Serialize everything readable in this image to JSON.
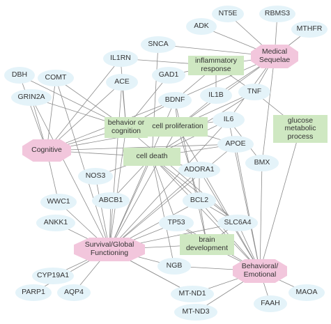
{
  "nodes": [
    {
      "id": "nt5e",
      "label": "NT5E",
      "kind": "gene"
    },
    {
      "id": "rbms3",
      "label": "RBMS3",
      "kind": "gene"
    },
    {
      "id": "adk",
      "label": "ADK",
      "kind": "gene"
    },
    {
      "id": "mthfr",
      "label": "MTHFR",
      "kind": "gene"
    },
    {
      "id": "medical",
      "label": "Medical Sequelae",
      "kind": "outcome"
    },
    {
      "id": "snca",
      "label": "SNCA",
      "kind": "gene"
    },
    {
      "id": "inflam",
      "label": "inflammatory response",
      "kind": "process"
    },
    {
      "id": "il1rn",
      "label": "IL1RN",
      "kind": "gene"
    },
    {
      "id": "gad1",
      "label": "GAD1",
      "kind": "gene"
    },
    {
      "id": "dbh",
      "label": "DBH",
      "kind": "gene"
    },
    {
      "id": "comt",
      "label": "COMT",
      "kind": "gene"
    },
    {
      "id": "ace",
      "label": "ACE",
      "kind": "gene"
    },
    {
      "id": "bdnf",
      "label": "BDNF",
      "kind": "gene"
    },
    {
      "id": "il1b",
      "label": "IL1B",
      "kind": "gene"
    },
    {
      "id": "tnf",
      "label": "TNF",
      "kind": "gene"
    },
    {
      "id": "grin2a",
      "label": "GRIN2A",
      "kind": "gene"
    },
    {
      "id": "behavior",
      "label": "behavior or cognition",
      "kind": "process"
    },
    {
      "id": "cellprolif",
      "label": "cell proliferation",
      "kind": "process"
    },
    {
      "id": "il6",
      "label": "IL6",
      "kind": "gene"
    },
    {
      "id": "glucose",
      "label": "glucose metabolic process",
      "kind": "process"
    },
    {
      "id": "cognitive",
      "label": "Cognitive",
      "kind": "outcome"
    },
    {
      "id": "apoe",
      "label": "APOE",
      "kind": "gene"
    },
    {
      "id": "celldeath",
      "label": "cell death",
      "kind": "process"
    },
    {
      "id": "nos3",
      "label": "NOS3",
      "kind": "gene"
    },
    {
      "id": "adora1",
      "label": "ADORA1",
      "kind": "gene"
    },
    {
      "id": "bmx",
      "label": "BMX",
      "kind": "gene"
    },
    {
      "id": "wwc1",
      "label": "WWC1",
      "kind": "gene"
    },
    {
      "id": "abcb1",
      "label": "ABCB1",
      "kind": "gene"
    },
    {
      "id": "bcl2",
      "label": "BCL2",
      "kind": "gene"
    },
    {
      "id": "ankk1",
      "label": "ANKK1",
      "kind": "gene"
    },
    {
      "id": "tp53",
      "label": "TP53",
      "kind": "gene"
    },
    {
      "id": "slc6a4",
      "label": "SLC6A4",
      "kind": "gene"
    },
    {
      "id": "brain",
      "label": "brain development",
      "kind": "process"
    },
    {
      "id": "survival",
      "label": "Survival/Global Functioning",
      "kind": "outcome"
    },
    {
      "id": "ngb",
      "label": "NGB",
      "kind": "gene"
    },
    {
      "id": "behav",
      "label": "Behavioral/ Emotional",
      "kind": "outcome"
    },
    {
      "id": "cyp19a1",
      "label": "CYP19A1",
      "kind": "gene"
    },
    {
      "id": "parp1",
      "label": "PARP1",
      "kind": "gene"
    },
    {
      "id": "aqp4",
      "label": "AQP4",
      "kind": "gene"
    },
    {
      "id": "mtnd1",
      "label": "MT-ND1",
      "kind": "gene"
    },
    {
      "id": "faah",
      "label": "FAAH",
      "kind": "gene"
    },
    {
      "id": "maoa",
      "label": "MAOA",
      "kind": "gene"
    },
    {
      "id": "mtnd3",
      "label": "MT-ND3",
      "kind": "gene"
    }
  ],
  "edges": [
    [
      "medical",
      "adk"
    ],
    [
      "medical",
      "nt5e"
    ],
    [
      "medical",
      "rbms3"
    ],
    [
      "medical",
      "mthfr"
    ],
    [
      "medical",
      "snca"
    ],
    [
      "medical",
      "inflam"
    ],
    [
      "medical",
      "tnf"
    ],
    [
      "medical",
      "il1b"
    ],
    [
      "medical",
      "bdnf"
    ],
    [
      "medical",
      "cellprolif"
    ],
    [
      "medical",
      "il6"
    ],
    [
      "medical",
      "bmx"
    ],
    [
      "inflam",
      "il1rn"
    ],
    [
      "inflam",
      "tnf"
    ],
    [
      "inflam",
      "il1b"
    ],
    [
      "inflam",
      "gad1"
    ],
    [
      "inflam",
      "bdnf"
    ],
    [
      "snca",
      "celldeath"
    ],
    [
      "il1rn",
      "behavior"
    ],
    [
      "gad1",
      "behavior"
    ],
    [
      "dbh",
      "behavior"
    ],
    [
      "comt",
      "behavior"
    ],
    [
      "grin2a",
      "behavior"
    ],
    [
      "ace",
      "behavior"
    ],
    [
      "bdnf",
      "behavior"
    ],
    [
      "bdnf",
      "cellprolif"
    ],
    [
      "il1b",
      "cellprolif"
    ],
    [
      "tnf",
      "cellprolif"
    ],
    [
      "il6",
      "cellprolif"
    ],
    [
      "tnf",
      "glucose"
    ],
    [
      "tnf",
      "celldeath"
    ],
    [
      "il6",
      "celldeath"
    ],
    [
      "apoe",
      "celldeath"
    ],
    [
      "apoe",
      "cellprolif"
    ],
    [
      "adora1",
      "celldeath"
    ],
    [
      "cognitive",
      "behavior"
    ],
    [
      "cognitive",
      "dbh"
    ],
    [
      "cognitive",
      "comt"
    ],
    [
      "cognitive",
      "grin2a"
    ],
    [
      "cognitive",
      "ace"
    ],
    [
      "cognitive",
      "celldeath"
    ],
    [
      "cognitive",
      "cellprolif"
    ],
    [
      "cognitive",
      "apoe"
    ],
    [
      "cognitive",
      "bdnf"
    ],
    [
      "cognitive",
      "wwc1"
    ],
    [
      "cognitive",
      "il1rn"
    ],
    [
      "celldeath",
      "nos3"
    ],
    [
      "celldeath",
      "abcb1"
    ],
    [
      "celldeath",
      "bcl2"
    ],
    [
      "celldeath",
      "tp53"
    ],
    [
      "celldeath",
      "survival"
    ],
    [
      "celldeath",
      "slc6a4"
    ],
    [
      "cellprolif",
      "survival"
    ],
    [
      "cellprolif",
      "bcl2"
    ],
    [
      "behavior",
      "survival"
    ],
    [
      "behavior",
      "slc6a4"
    ],
    [
      "survival",
      "wwc1"
    ],
    [
      "survival",
      "ankk1"
    ],
    [
      "survival",
      "abcb1"
    ],
    [
      "survival",
      "nos3"
    ],
    [
      "survival",
      "tp53"
    ],
    [
      "survival",
      "bcl2"
    ],
    [
      "survival",
      "adora1"
    ],
    [
      "survival",
      "apoe"
    ],
    [
      "survival",
      "il6"
    ],
    [
      "survival",
      "cyp19a1"
    ],
    [
      "survival",
      "parp1"
    ],
    [
      "survival",
      "aqp4"
    ],
    [
      "survival",
      "ngb"
    ],
    [
      "survival",
      "mtnd1"
    ],
    [
      "survival",
      "bdnf"
    ],
    [
      "survival",
      "ace"
    ],
    [
      "survival",
      "comt"
    ],
    [
      "survival",
      "grin2a"
    ],
    [
      "survival",
      "brain"
    ],
    [
      "survival",
      "slc6a4"
    ],
    [
      "behav",
      "slc6a4"
    ],
    [
      "behav",
      "bcl2"
    ],
    [
      "behav",
      "brain"
    ],
    [
      "behav",
      "tp53"
    ],
    [
      "behav",
      "ngb"
    ],
    [
      "behav",
      "mtnd1"
    ],
    [
      "behav",
      "mtnd3"
    ],
    [
      "behav",
      "faah"
    ],
    [
      "behav",
      "maoa"
    ],
    [
      "behav",
      "bmx"
    ],
    [
      "behav",
      "apoe"
    ],
    [
      "behav",
      "adora1"
    ],
    [
      "behav",
      "il6"
    ],
    [
      "behav",
      "glucose"
    ],
    [
      "behav",
      "celldeath"
    ],
    [
      "behav",
      "cellprolif"
    ],
    [
      "brain",
      "bcl2"
    ],
    [
      "brain",
      "tp53"
    ],
    [
      "brain",
      "slc6a4"
    ],
    [
      "brain",
      "bdnf"
    ],
    [
      "adora1",
      "bcl2"
    ],
    [
      "slc6a4",
      "bcl2"
    ],
    [
      "ngb",
      "celldeath"
    ],
    [
      "mtnd1",
      "survival"
    ],
    [
      "bmx",
      "il6"
    ]
  ]
}
